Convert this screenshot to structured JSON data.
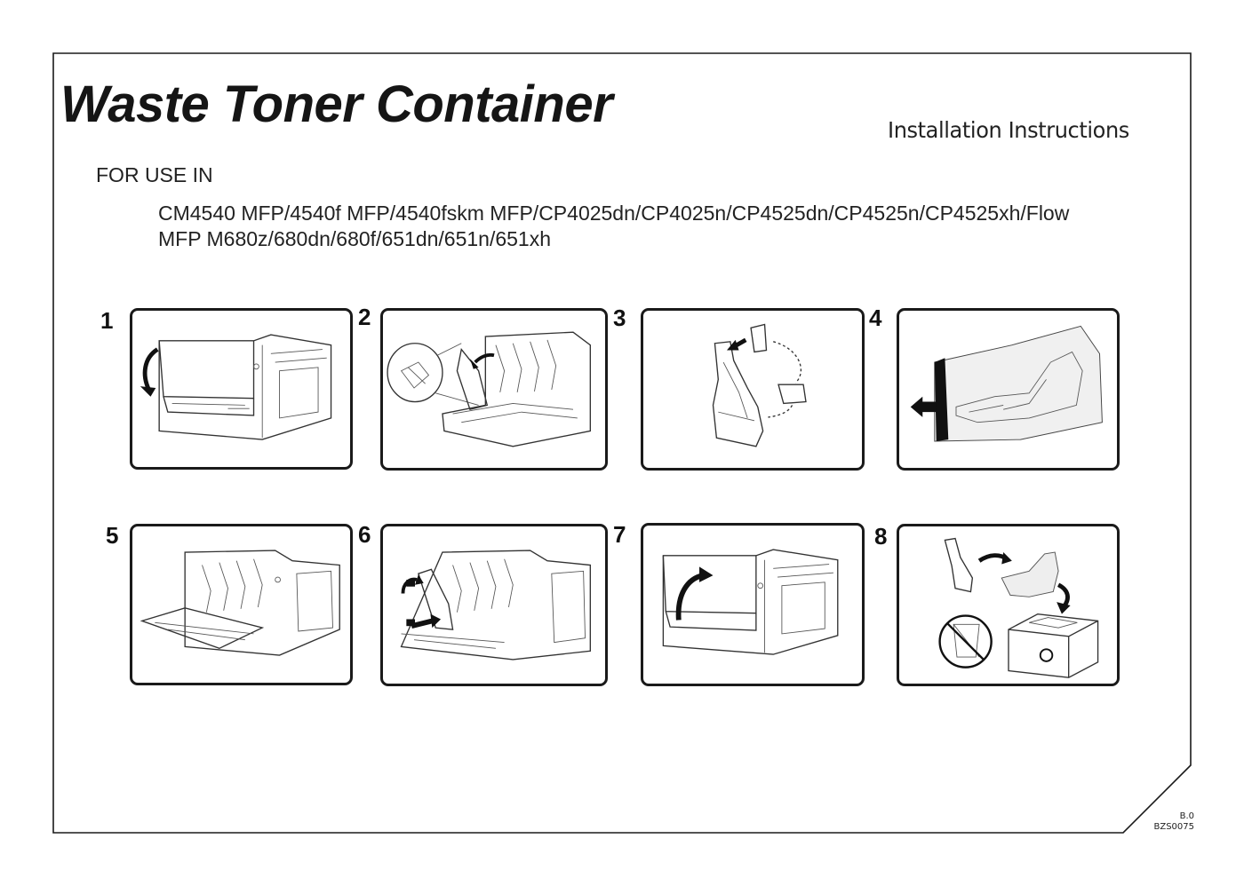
{
  "document": {
    "title": "Waste Toner Container",
    "subtitle": "Installation Instructions",
    "for_use_label": "FOR USE IN",
    "models_line1": "CM4540 MFP/4540f MFP/4540fskm MFP/CP4025dn/CP4025n/CP4525dn/CP4525n/CP4525xh/Flow",
    "models_line2": "MFP M680z/680dn/680f/651dn/651n/651xh",
    "revision": "B.0",
    "part_code": "BZS0075"
  },
  "steps": [
    {
      "number": "1",
      "icon": "printer-open-front-door-illustration"
    },
    {
      "number": "2",
      "icon": "remove-waste-container-illustration"
    },
    {
      "number": "3",
      "icon": "cap-waste-container-illustration"
    },
    {
      "number": "4",
      "icon": "bag-container-illustration"
    },
    {
      "number": "5",
      "icon": "printer-empty-slot-illustration"
    },
    {
      "number": "6",
      "icon": "insert-new-container-illustration"
    },
    {
      "number": "7",
      "icon": "close-front-door-illustration"
    },
    {
      "number": "8",
      "icon": "recycle-do-not-burn-illustration"
    }
  ],
  "colors": {
    "ink": "#1a1a1a",
    "background": "#ffffff"
  }
}
